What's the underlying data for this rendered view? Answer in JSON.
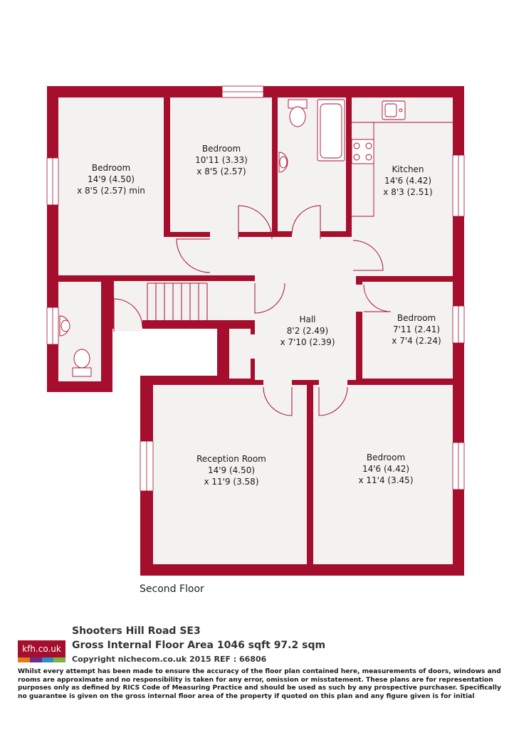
{
  "colors": {
    "wall": "#a50e2d",
    "floor": "#f3f2f1",
    "fixture_stroke": "#a50e2d",
    "logo_strip": [
      "#e07b21",
      "#6b2d86",
      "#2d8fc4",
      "#7fb241"
    ]
  },
  "rooms": {
    "bedroom_1": {
      "name": "Bedroom",
      "dims": "14'9 (4.50)",
      "dims2": "x 8'5 (2.57) min"
    },
    "bedroom_2": {
      "name": "Bedroom",
      "dims": "10'11 (3.33)",
      "dims2": "x 8'5 (2.57)"
    },
    "kitchen": {
      "name": "Kitchen",
      "dims": "14'6 (4.42)",
      "dims2": "x 8'3 (2.51)"
    },
    "hall": {
      "name": "Hall",
      "dims": "8'2 (2.49)",
      "dims2": "x 7'10 (2.39)"
    },
    "bedroom_3": {
      "name": "Bedroom",
      "dims": "7'11 (2.41)",
      "dims2": "x 7'4 (2.24)"
    },
    "reception": {
      "name": "Reception Room",
      "dims": "14'9 (4.50)",
      "dims2": "x 11'9 (3.58)"
    },
    "bedroom_4": {
      "name": "Bedroom",
      "dims": "14'6 (4.42)",
      "dims2": "x 11'4 (3.45)"
    }
  },
  "floor_label": "Second Floor",
  "address": "Shooters Hill Road SE3",
  "area": "Gross Internal Floor Area 1046 sqft 97.2 sqm",
  "copyright": "Copyright nichecom.co.uk 2015 REF : 66806",
  "logo_text": "kfh.co.uk",
  "disclaimer": "Whilst every attempt has been made to ensure the accuracy of the floor plan contained here, measurements of doors, windows and rooms are approximate and no responsibility is taken for any error, omission or misstatement.  These plans are for representation purposes only as defined by RICS Code of Measuring Practice and should be used as such by any prospective purchaser.  Specifically no guarantee is given on the gross internal floor area of the property if quoted on this plan and any figure given is for initial guidance only and should not be relied on as a basis of valuation."
}
